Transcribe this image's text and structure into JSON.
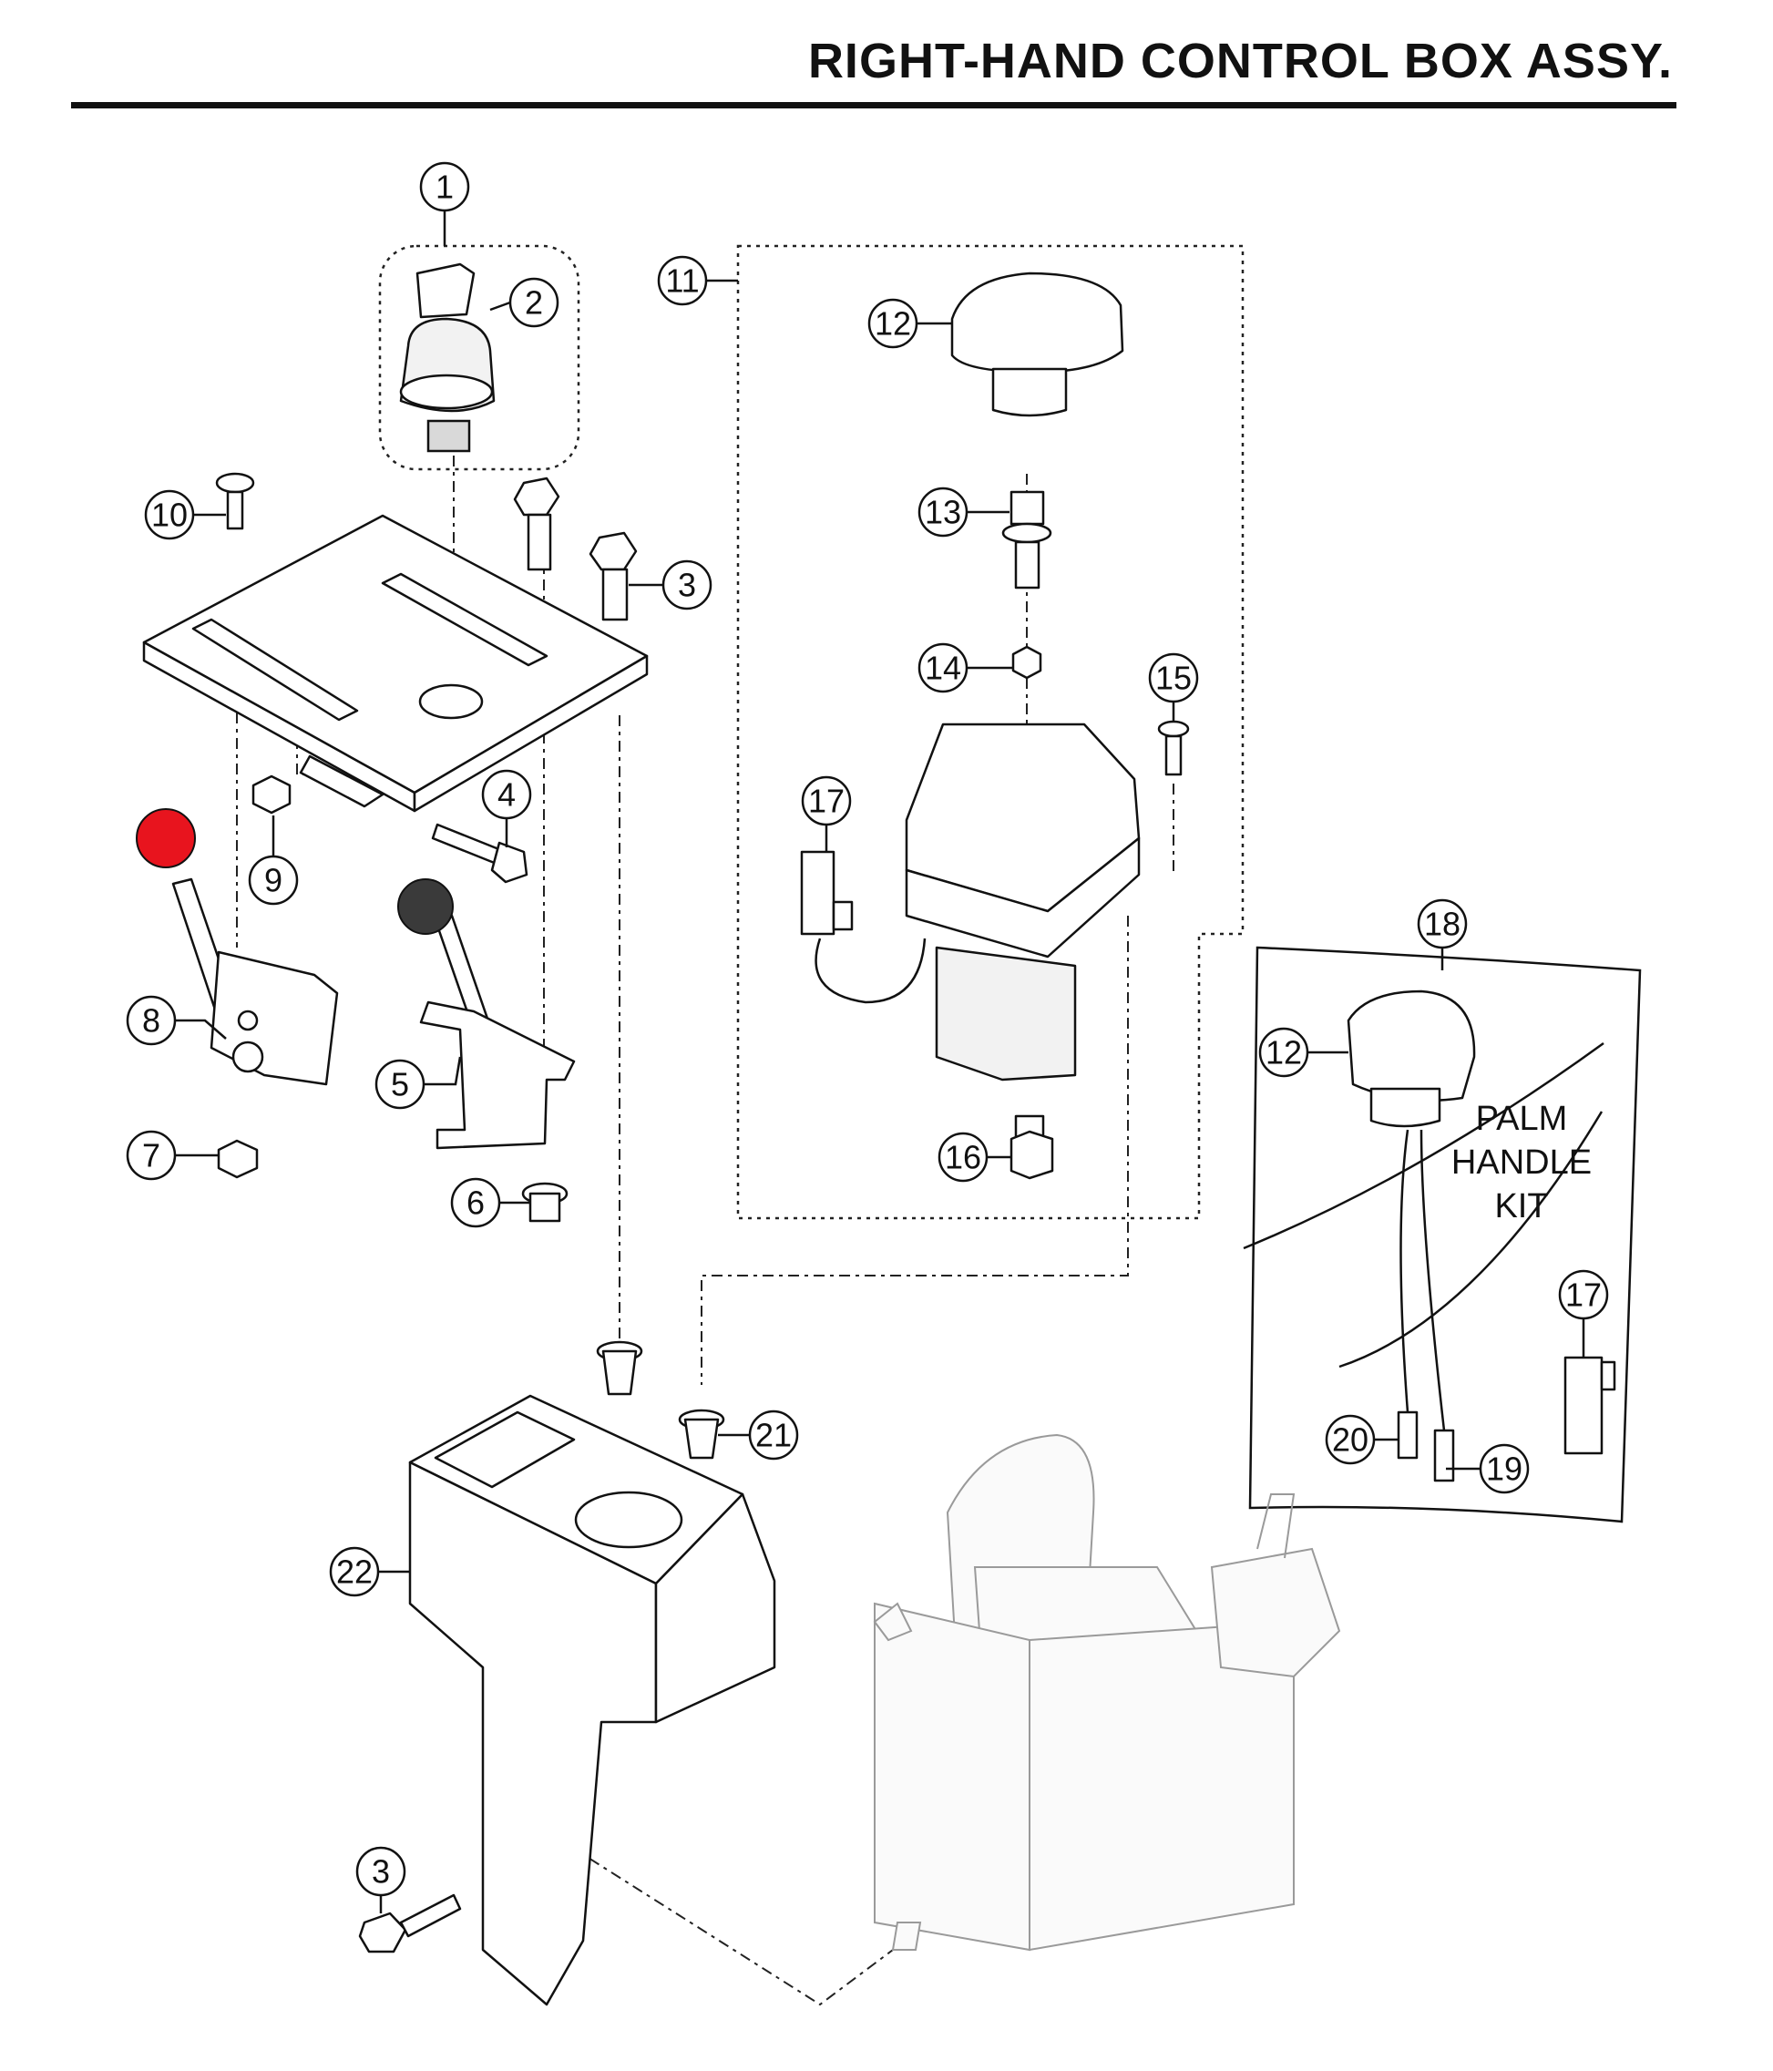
{
  "header": {
    "title": "RIGHT-HAND CONTROL BOX ASSY."
  },
  "kit_label": [
    "PALM",
    "HANDLE",
    "KIT"
  ],
  "callouts": [
    "1",
    "2",
    "3",
    "4",
    "5",
    "6",
    "7",
    "8",
    "9",
    "10",
    "11",
    "12",
    "13",
    "14",
    "15",
    "16",
    "17",
    "18",
    "12",
    "17",
    "19",
    "20",
    "21",
    "22",
    "3"
  ],
  "knob_colors": {
    "red_knob": "#e8141e",
    "dark_knob": "#3a3a3a"
  }
}
